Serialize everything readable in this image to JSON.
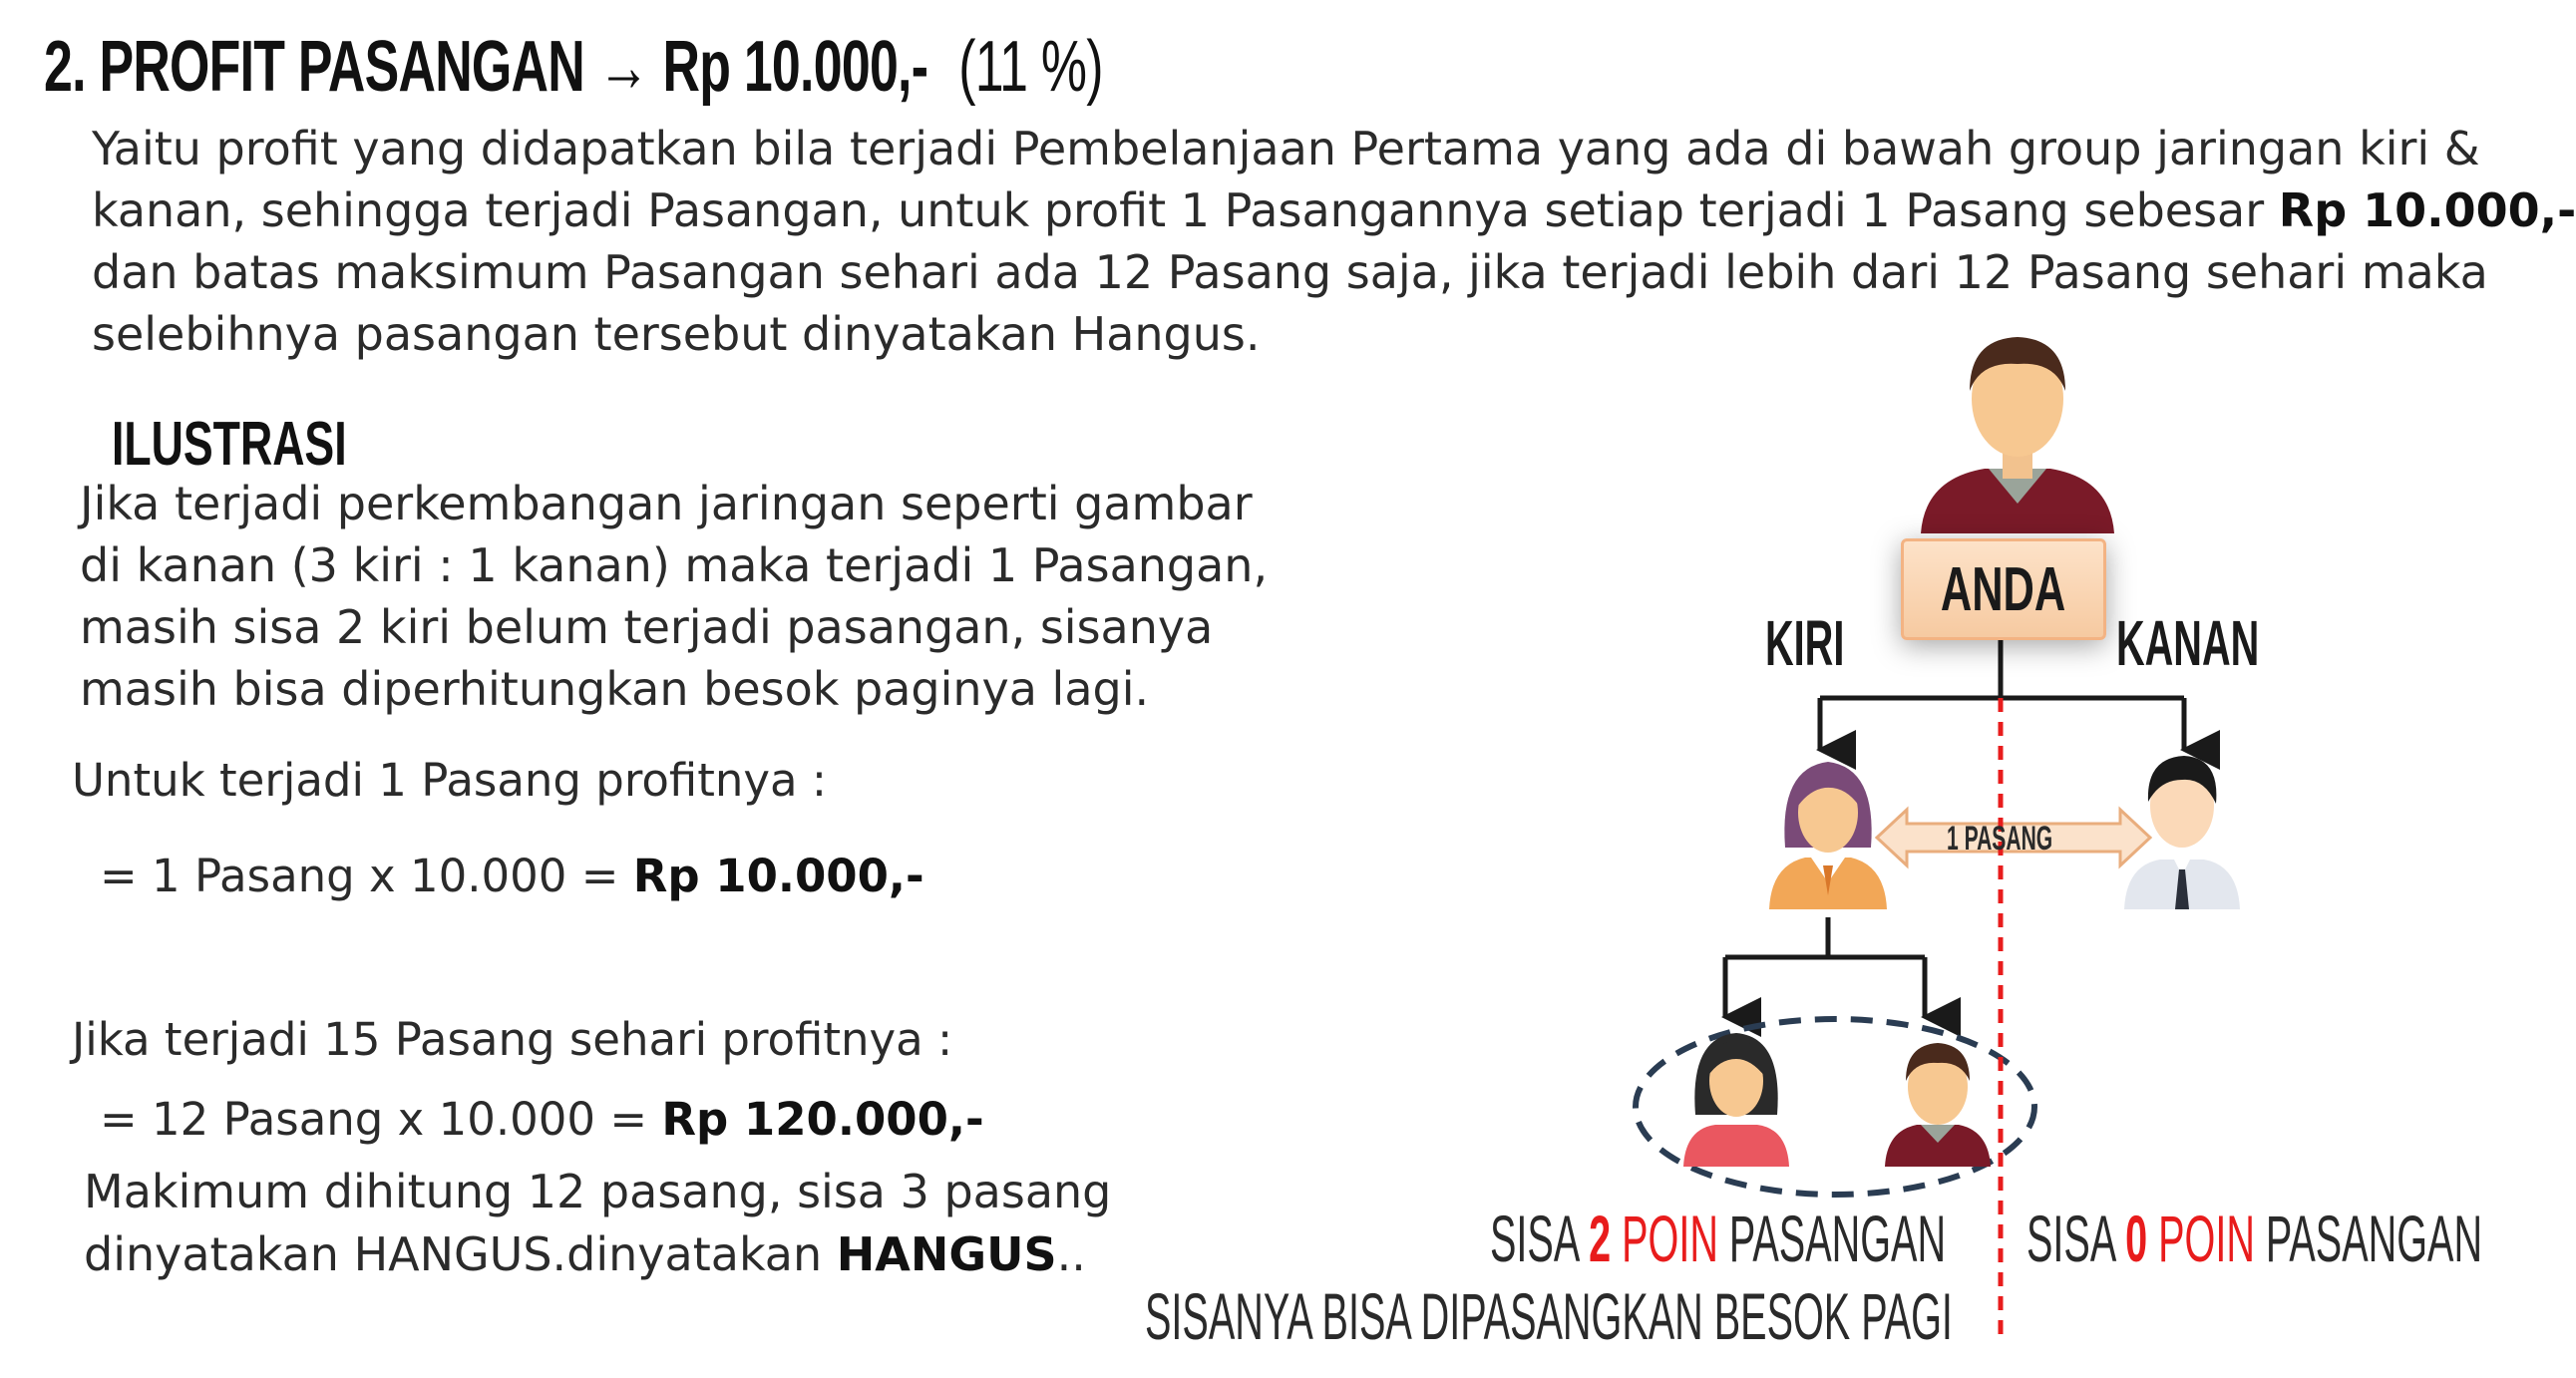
{
  "title": {
    "prefix": "2. PROFIT PASANGAN",
    "arrow": "→",
    "amount": "Rp 10.000,-",
    "percent": "(11 %)"
  },
  "paragraph": {
    "line1": "Yaitu profit yang didapatkan bila terjadi Pembelanjaan Pertama yang ada di bawah group jaringan kiri &",
    "line2a": "kanan, sehingga terjadi Pasangan, untuk profit 1 Pasangannya setiap terjadi 1 Pasang sebesar ",
    "line2b": "Rp 10.000,-",
    "line3": "dan batas maksimum Pasangan sehari ada 12 Pasang saja, jika terjadi lebih dari 12 Pasang sehari maka",
    "line4": "selebihnya pasangan tersebut dinyatakan Hangus."
  },
  "illustration": {
    "heading": "ILUSTRASI",
    "lines": [
      "Jika terjadi perkembangan jaringan seperti gambar",
      "di kanan (3 kiri : 1 kanan) maka terjadi 1 Pasangan,",
      "masih sisa 2 kiri belum terjadi pasangan, sisanya",
      "masih bisa diperhitungkan besok paginya lagi."
    ]
  },
  "calc1": {
    "heading": "Untuk terjadi 1 Pasang profitnya :",
    "formula": "= 1 Pasang x 10.000 = ",
    "result": "Rp 10.000,-"
  },
  "calc2": {
    "heading": "Jika terjadi 15 Pasang sehari profitnya :",
    "formula": "= 12 Pasang x 10.000 = ",
    "result": "Rp 120.000,-"
  },
  "maximum": {
    "line1": "Makimum dihitung 12 pasang, sisa 3 pasang",
    "line2a": "dinyatakan HANGUS.dinyatakan ",
    "line2b": "HANGUS",
    "line2c": ".."
  },
  "diagram": {
    "root_label": "ANDA",
    "left_label": "KIRI",
    "right_label": "KANAN",
    "pair_label": "1 PASANG",
    "left_rest": {
      "pre": "SISA ",
      "num": "2",
      "poin": " POIN",
      "post": " PASANGAN"
    },
    "right_rest": {
      "pre": "SISA ",
      "num": "0",
      "poin": " POIN",
      "post": " PASANGAN"
    },
    "note": "SISANYA BISA DIPASANGKAN BESOK PAGI"
  },
  "colors": {
    "accent_red": "#e81c1c",
    "box_fill": "#f8d3b0",
    "dashed_ellipse": "#2a3c52"
  },
  "icons": [
    "man-avatar-icon",
    "woman-avatar-icon",
    "man-tie-avatar-icon",
    "double-arrow-icon"
  ]
}
